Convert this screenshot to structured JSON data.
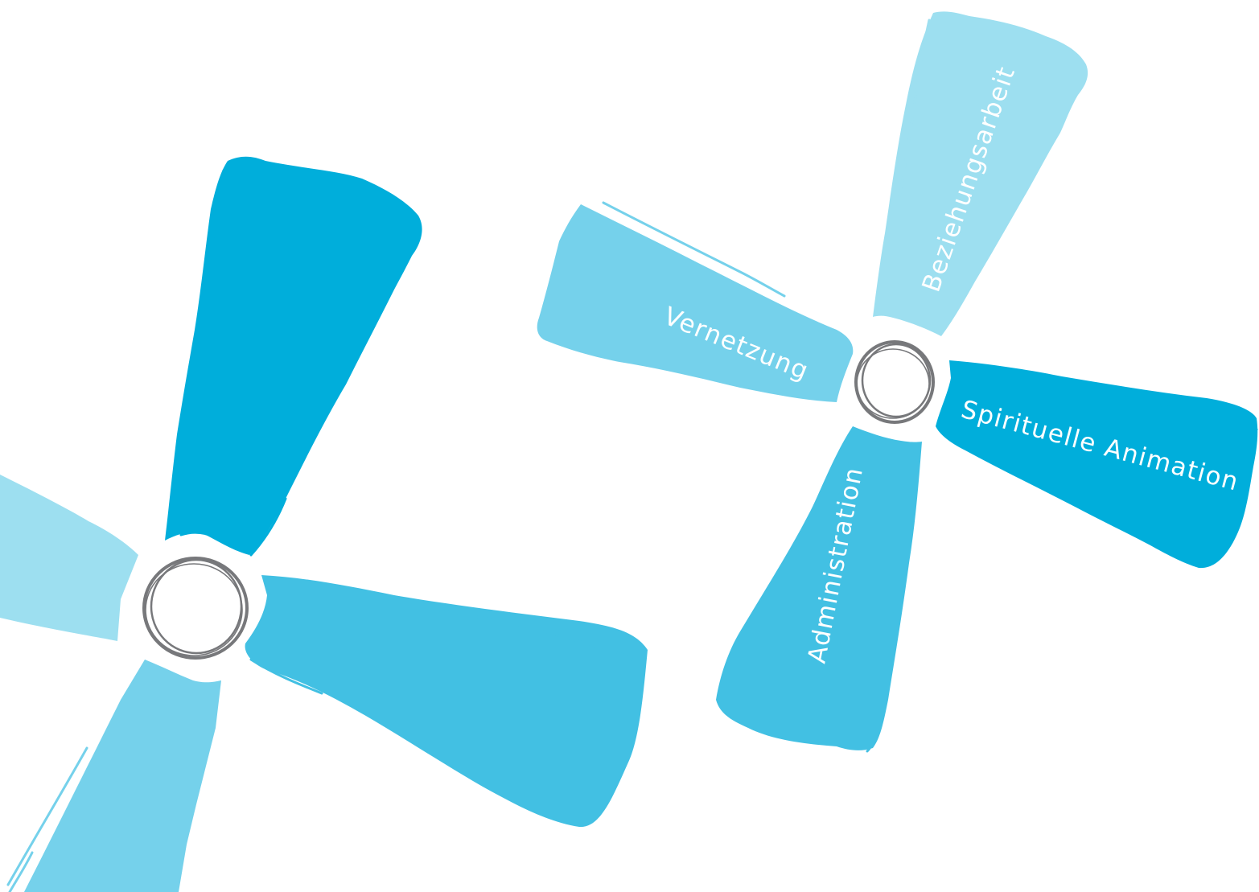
{
  "colors": {
    "background": "#ffffff",
    "blade_light": "#9ddff0",
    "blade_mid_light": "#75d1eb",
    "blade_mid": "#42c0e3",
    "blade_dark": "#00aedb",
    "hub": "#77787b",
    "label": "#ffffff"
  },
  "pinwheel_large": {
    "blades": [
      {
        "id": "top",
        "color_key": "blade_dark"
      },
      {
        "id": "right",
        "color_key": "blade_mid"
      },
      {
        "id": "bottom",
        "color_key": "blade_mid_light"
      },
      {
        "id": "left",
        "color_key": "blade_light"
      }
    ]
  },
  "pinwheel_small": {
    "blades": [
      {
        "id": "top",
        "color_key": "blade_light",
        "label": "Beziehungsarbeit"
      },
      {
        "id": "right",
        "color_key": "blade_dark",
        "label": "Spirituelle Animation"
      },
      {
        "id": "bottom",
        "color_key": "blade_mid",
        "label": "Administration"
      },
      {
        "id": "left",
        "color_key": "blade_mid_light",
        "label": "Vernetzung"
      }
    ]
  }
}
